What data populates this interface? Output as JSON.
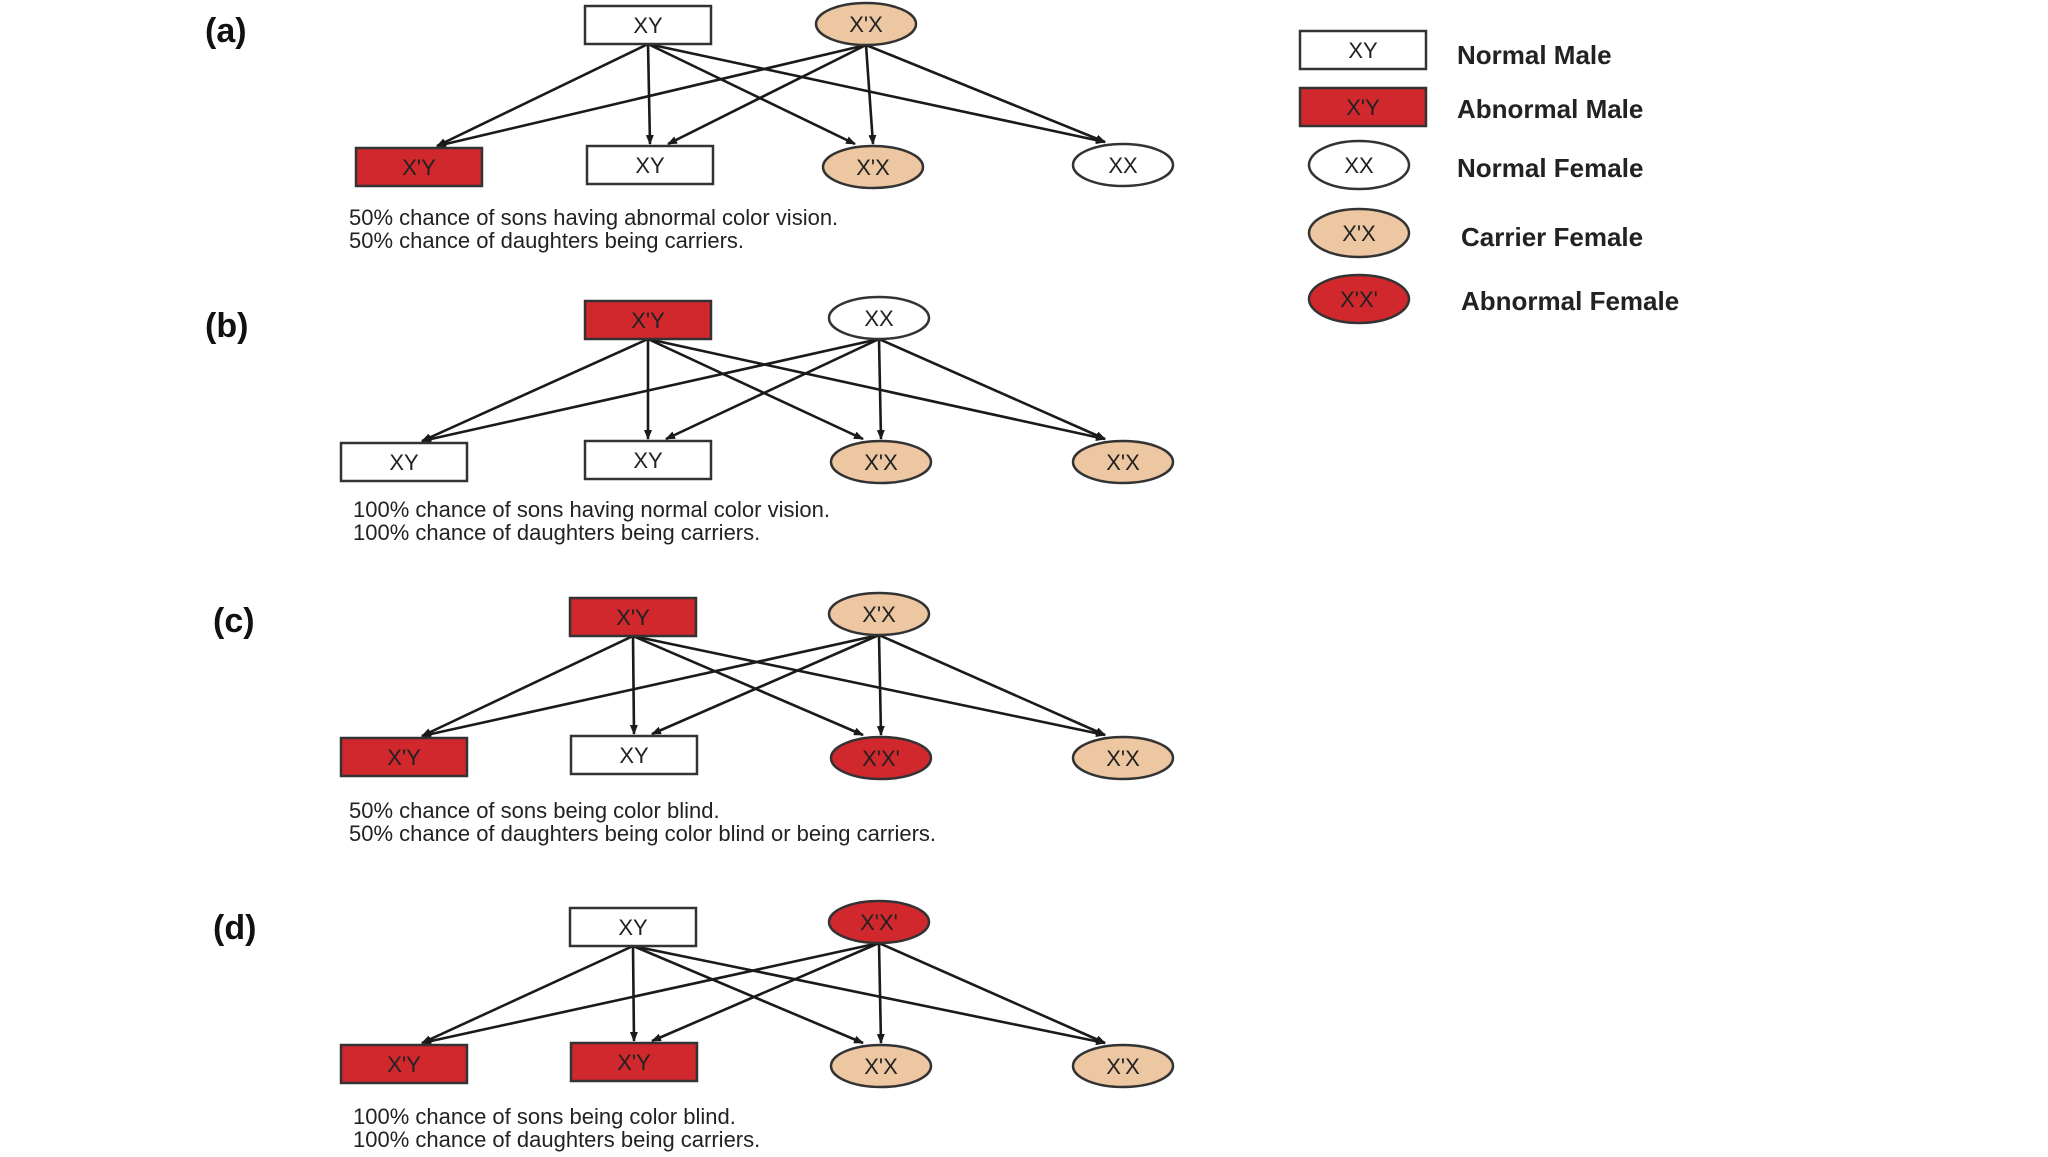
{
  "colors": {
    "abnormal": "#d0282c",
    "carrier": "#ecc7a2",
    "normal": "#ffffff",
    "stroke": "#333333",
    "arrow": "#1a1a1a"
  },
  "legend": [
    {
      "symbol": "XY",
      "shape": "box",
      "fill": "normal",
      "label": "Normal Male"
    },
    {
      "symbol": "X'Y",
      "shape": "box",
      "fill": "abnormal",
      "label": "Abnormal Male"
    },
    {
      "symbol": "XX",
      "shape": "ellipse",
      "fill": "normal",
      "label": "Normal Female"
    },
    {
      "symbol": "X'X",
      "shape": "ellipse",
      "fill": "carrier",
      "label": "Carrier Female"
    },
    {
      "symbol": "X'X'",
      "shape": "ellipse",
      "fill": "abnormal",
      "label": "Abnormal Female"
    }
  ],
  "panels": [
    {
      "label": "(a)",
      "father": {
        "symbol": "XY",
        "shape": "box",
        "fill": "normal"
      },
      "mother": {
        "symbol": "X'X",
        "shape": "ellipse",
        "fill": "carrier"
      },
      "children": [
        {
          "symbol": "X'Y",
          "shape": "box",
          "fill": "abnormal"
        },
        {
          "symbol": "XY",
          "shape": "box",
          "fill": "normal"
        },
        {
          "symbol": "X'X",
          "shape": "ellipse",
          "fill": "carrier"
        },
        {
          "symbol": "XX",
          "shape": "ellipse",
          "fill": "normal"
        }
      ],
      "caption": [
        "50% chance of sons having abnormal color vision.",
        "50% chance of daughters being carriers."
      ]
    },
    {
      "label": "(b)",
      "father": {
        "symbol": "X'Y",
        "shape": "box",
        "fill": "abnormal"
      },
      "mother": {
        "symbol": "XX",
        "shape": "ellipse",
        "fill": "normal"
      },
      "children": [
        {
          "symbol": "XY",
          "shape": "box",
          "fill": "normal"
        },
        {
          "symbol": "XY",
          "shape": "box",
          "fill": "normal"
        },
        {
          "symbol": "X'X",
          "shape": "ellipse",
          "fill": "carrier"
        },
        {
          "symbol": "X'X",
          "shape": "ellipse",
          "fill": "carrier"
        }
      ],
      "caption": [
        "100% chance of sons having normal color vision.",
        "100% chance of daughters being carriers."
      ]
    },
    {
      "label": "(c)",
      "father": {
        "symbol": "X'Y",
        "shape": "box",
        "fill": "abnormal"
      },
      "mother": {
        "symbol": "X'X",
        "shape": "ellipse",
        "fill": "carrier"
      },
      "children": [
        {
          "symbol": "X'Y",
          "shape": "box",
          "fill": "abnormal"
        },
        {
          "symbol": "XY",
          "shape": "box",
          "fill": "normal"
        },
        {
          "symbol": "X'X'",
          "shape": "ellipse",
          "fill": "abnormal"
        },
        {
          "symbol": "X'X",
          "shape": "ellipse",
          "fill": "carrier"
        }
      ],
      "caption": [
        "50% chance of sons being color blind.",
        "50% chance of daughters being color blind or being carriers."
      ]
    },
    {
      "label": "(d)",
      "father": {
        "symbol": "XY",
        "shape": "box",
        "fill": "normal"
      },
      "mother": {
        "symbol": "X'X'",
        "shape": "ellipse",
        "fill": "abnormal"
      },
      "children": [
        {
          "symbol": "X'Y",
          "shape": "box",
          "fill": "abnormal"
        },
        {
          "symbol": "X'Y",
          "shape": "box",
          "fill": "abnormal"
        },
        {
          "symbol": "X'X",
          "shape": "ellipse",
          "fill": "carrier"
        },
        {
          "symbol": "X'X",
          "shape": "ellipse",
          "fill": "carrier"
        }
      ],
      "caption": [
        "100% chance of sons being color blind.",
        "100% chance of daughters being carriers."
      ]
    }
  ]
}
